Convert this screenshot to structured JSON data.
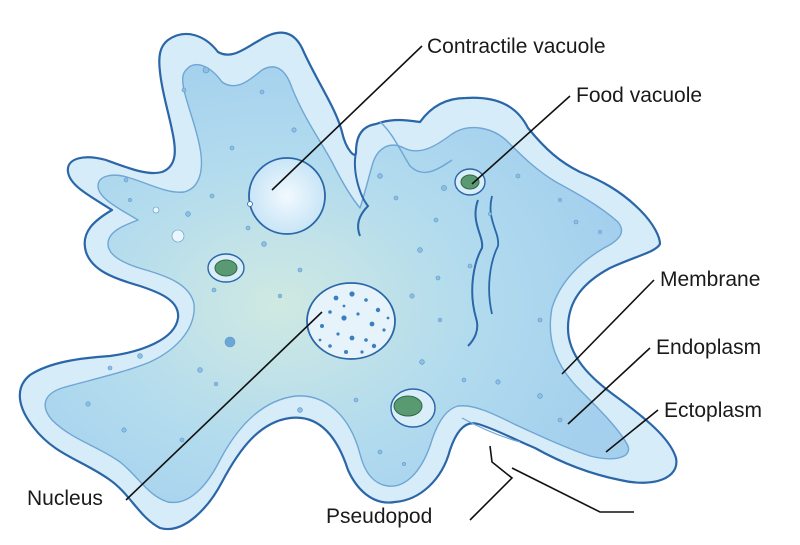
{
  "labels": {
    "contractile_vacuole": "Contractile vacuole",
    "food_vacuole": "Food vacuole",
    "membrane": "Membrane",
    "endoplasm": "Endoplasm",
    "ectoplasm": "Ectoplasm",
    "nucleus": "Nucleus",
    "pseudopod": "Pseudopod"
  },
  "colors": {
    "membrane_stroke": "#2a66a8",
    "ectoplasm_fill": "#d6ecf8",
    "endoplasm_fill": "#a8d3ee",
    "endoplasm_center": "#c9e6e3",
    "inner_outline": "#6fa6d4",
    "vacuole_fill": "#e6f3fb",
    "food_fill": "#5a9a72",
    "leader_line": "#111111"
  }
}
